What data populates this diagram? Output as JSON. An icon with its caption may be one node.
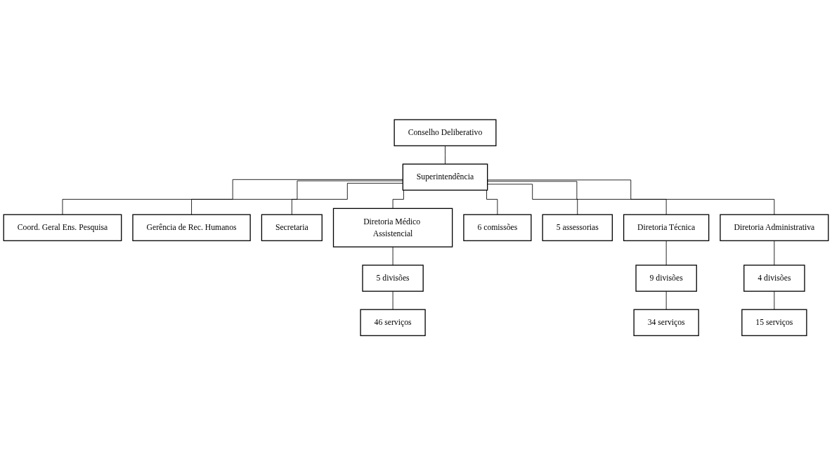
{
  "diagram": {
    "nodes": [
      {
        "text": [
          "Conselho Deliberativo"
        ]
      },
      {
        "text": [
          "Superintendência"
        ]
      },
      {
        "text": [
          "Coord. Geral Ens. Pesquisa"
        ]
      },
      {
        "text": [
          "Gerência de Rec. Humanos"
        ]
      },
      {
        "text": [
          "Secretaria"
        ]
      },
      {
        "text": [
          "Diretoria Médico Assistencial"
        ]
      },
      {
        "text": [
          "6 comissões"
        ]
      },
      {
        "text": [
          "5 assessorias"
        ]
      },
      {
        "text": [
          "Diretoria Administrativa"
        ]
      },
      {
        "text": [
          "5 divisões"
        ]
      },
      {
        "text": [
          "Diretoria Técnica"
        ]
      },
      {
        "text": [
          "4 divisões"
        ]
      },
      {
        "text": [
          "46 serviços"
        ]
      },
      {
        "text": [
          "9 divisões"
        ]
      },
      {
        "text": [
          "15 serviços"
        ]
      },
      {
        "text": [
          "34 serviços"
        ]
      }
    ],
    "edges": [
      {
        "from": 0,
        "to": 1,
        "arrow": "none"
      },
      {
        "from": 1,
        "to": 5,
        "arrow": "none"
      },
      {
        "from": 1,
        "to": 2,
        "arrow": "none"
      },
      {
        "from": 1,
        "to": 3,
        "arrow": "none"
      },
      {
        "from": 1,
        "to": 6,
        "arrow": "none"
      },
      {
        "from": 1,
        "to": 4,
        "arrow": "none"
      },
      {
        "from": 1,
        "to": 10,
        "arrow": "none"
      },
      {
        "from": 1,
        "to": 7,
        "arrow": "none"
      },
      {
        "from": 1,
        "to": 8,
        "arrow": "none"
      },
      {
        "from": 5,
        "to": 9,
        "arrow": "none"
      },
      {
        "from": 9,
        "to": 12,
        "arrow": "none"
      },
      {
        "from": 10,
        "to": 13,
        "arrow": "none"
      },
      {
        "from": 13,
        "to": 15,
        "arrow": "none"
      },
      {
        "from": 8,
        "to": 11,
        "arrow": "none"
      },
      {
        "from": 11,
        "to": 14,
        "arrow": "none"
      }
    ]
  }
}
